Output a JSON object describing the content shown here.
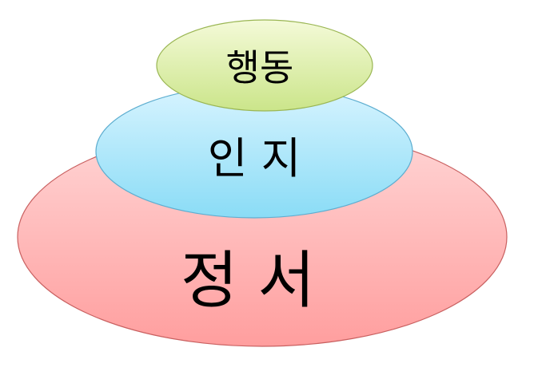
{
  "diagram": {
    "layers": [
      {
        "id": "emotion",
        "label": "정 서",
        "fill_top": "#ffd6d6",
        "fill_bottom": "#ff9e9e",
        "stroke": "#c96060"
      },
      {
        "id": "cognition",
        "label": "인 지",
        "fill_top": "#d8f4ff",
        "fill_bottom": "#8adcf6",
        "stroke": "#5eaed0"
      },
      {
        "id": "behavior",
        "label": "행동",
        "fill_top": "#f4fad8",
        "fill_bottom": "#cbe58a",
        "stroke": "#9ab653"
      }
    ]
  }
}
